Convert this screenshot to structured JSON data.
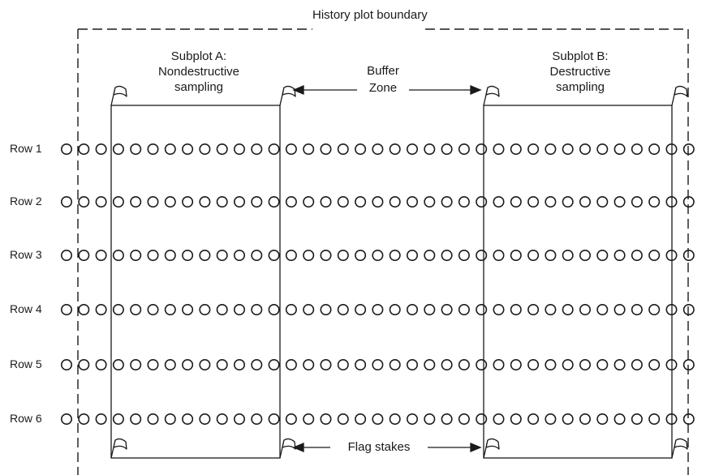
{
  "title": "History plot boundary",
  "subplot_a": {
    "label": "Subplot A:\nNondestructive\nsampling"
  },
  "subplot_b": {
    "label": "Subplot B:\nDestructive\nsampling"
  },
  "buffer_zone": {
    "label_1": "Buffer",
    "label_2": "Zone"
  },
  "flag_stakes": {
    "label": "Flag stakes"
  },
  "rows": [
    "Row 1",
    "Row 2",
    "Row 3",
    "Row 4",
    "Row 5",
    "Row 6"
  ],
  "plants_per_row": 37
}
